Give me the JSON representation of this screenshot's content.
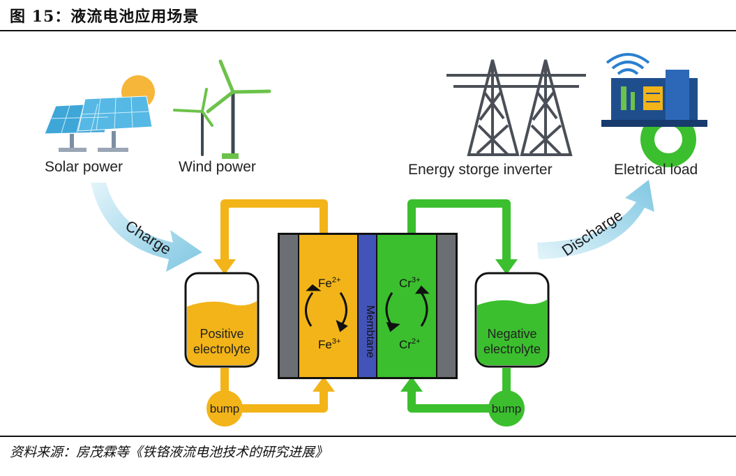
{
  "figure": {
    "title": "图 15：液流电池应用场景",
    "source": "资料来源：房茂霖等《铁铬液流电池技术的研究进展》"
  },
  "sources": {
    "solar": "Solar power",
    "wind": "Wind power"
  },
  "loads": {
    "inverter": "Energy storge inverter",
    "load": "Eletrical load"
  },
  "flows": {
    "charge": "Charge",
    "discharge": "Discharge"
  },
  "tanks": {
    "positive_line1": "Positive",
    "positive_line2": "electrolyte",
    "negative_line1": "Negative",
    "negative_line2": "electrolyte",
    "pump_left": "bump",
    "pump_right": "bump"
  },
  "cell": {
    "fe2": "Fe",
    "fe2_sup": "2+",
    "fe3": "Fe",
    "fe3_sup": "3+",
    "cr3": "Cr",
    "cr3_sup": "3+",
    "cr2": "Cr",
    "cr2_sup": "2+",
    "membrane": "Membtane"
  },
  "colors": {
    "positive": "#f2b418",
    "negative": "#3bbf2e",
    "membrane": "#4354b8",
    "electrode": "#6b6e72",
    "arrow_blue": "#8ecfe6",
    "dark_blue": "#1f4e8c"
  }
}
